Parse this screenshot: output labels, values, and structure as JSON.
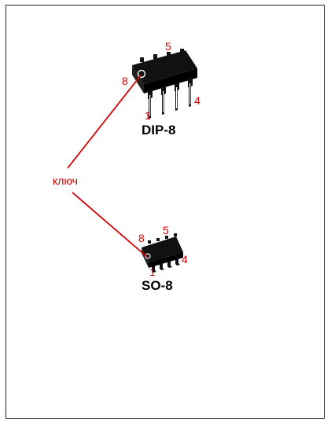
{
  "colors": {
    "accent": "#d40000",
    "chip": "#111111",
    "frame": "#222222"
  },
  "key_label": "ключ",
  "dip": {
    "name": "DIP-8",
    "pin1": "1",
    "pin4": "4",
    "pin5": "5",
    "pin8": "8"
  },
  "so": {
    "name": "SO-8",
    "pin1": "1",
    "pin4": "4",
    "pin5": "5",
    "pin8": "8"
  }
}
